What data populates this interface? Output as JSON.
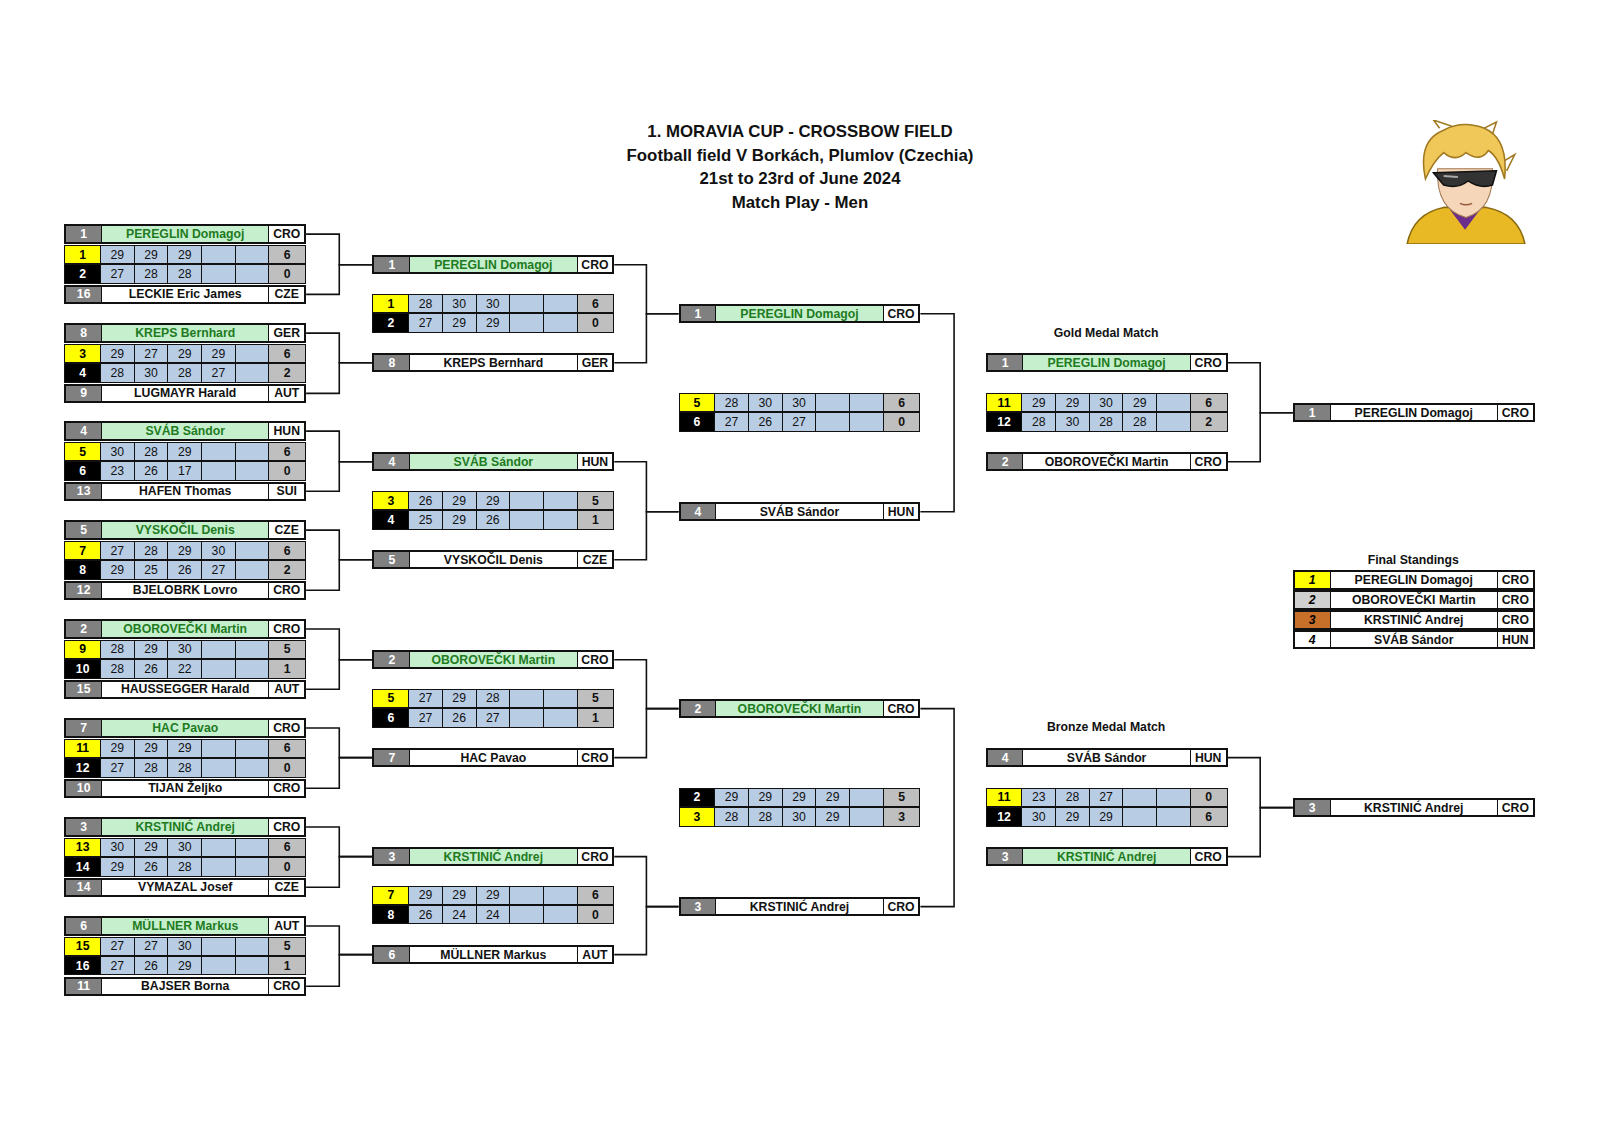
{
  "diagram": {
    "title": "1. MORAVIA CUP - CROSSBOW FIELD",
    "nodes": [
      {
        "text": [
          "1",
          "PEREGLIN Domagoj",
          "CRO"
        ]
      },
      {
        "text": [
          "1",
          "29",
          "29",
          "29",
          "6"
        ]
      },
      {
        "text": [
          "2",
          "27",
          "28",
          "28",
          "0"
        ]
      },
      {
        "text": [
          "16",
          "LECKIE Eric James",
          "CZE"
        ]
      },
      {
        "text": [
          "8",
          "KREPS Bernhard",
          "GER"
        ]
      },
      {
        "text": [
          "3",
          "29",
          "27",
          "29",
          "29",
          "6"
        ]
      },
      {
        "text": [
          "4",
          "28",
          "30",
          "28",
          "27",
          "2"
        ]
      },
      {
        "text": [
          "9",
          "LUGMAYR Harald",
          "AUT"
        ]
      },
      {
        "text": [
          "4",
          "SVÁB Sándor",
          "HUN"
        ]
      },
      {
        "text": [
          "5",
          "30",
          "28",
          "29",
          "6"
        ]
      },
      {
        "text": [
          "6",
          "23",
          "26",
          "17",
          "0"
        ]
      },
      {
        "text": [
          "13",
          "HAFEN Thomas",
          "SUI"
        ]
      },
      {
        "text": [
          "5",
          "VYSKOČIL Denis",
          "CZE"
        ]
      },
      {
        "text": [
          "7",
          "27",
          "28",
          "29",
          "30",
          "6"
        ]
      },
      {
        "text": [
          "8",
          "29",
          "25",
          "26",
          "27",
          "2"
        ]
      },
      {
        "text": [
          "12",
          "BJELOBRK Lovro",
          "CRO"
        ]
      },
      {
        "text": [
          "2",
          "OBOROVEČKI Martin",
          "CRO"
        ]
      },
      {
        "text": [
          "9",
          "28",
          "29",
          "30",
          "5"
        ]
      },
      {
        "text": [
          "10",
          "28",
          "26",
          "22",
          "1"
        ]
      },
      {
        "text": [
          "15",
          "HAUSSEGGER Harald",
          "AUT"
        ]
      },
      {
        "text": [
          "7",
          "HAC Pavao",
          "CRO"
        ]
      },
      {
        "text": [
          "11",
          "29",
          "29",
          "29",
          "6"
        ]
      },
      {
        "text": [
          "12",
          "27",
          "28",
          "28",
          "0"
        ]
      },
      {
        "text": [
          "10",
          "TIJAN Željko",
          "CRO"
        ]
      },
      {
        "text": [
          "3",
          "KRSTINIĆ Andrej",
          "CRO"
        ]
      },
      {
        "text": [
          "13",
          "30",
          "29",
          "30",
          "6"
        ]
      },
      {
        "text": [
          "14",
          "29",
          "26",
          "28",
          "0"
        ]
      },
      {
        "text": [
          "14",
          "VYMAZAL Josef",
          "CZE"
        ]
      },
      {
        "text": [
          "6",
          "MÜLLNER Markus",
          "AUT"
        ]
      },
      {
        "text": [
          "15",
          "27",
          "27",
          "30",
          "5"
        ]
      },
      {
        "text": [
          "16",
          "27",
          "26",
          "29",
          "1"
        ]
      },
      {
        "text": [
          "11",
          "BAJSER Borna",
          "CRO"
        ]
      },
      {
        "text": [
          "1",
          "PEREGLIN Domagoj",
          "CRO"
        ]
      },
      {
        "text": [
          "1",
          "28",
          "30",
          "30",
          "6"
        ]
      },
      {
        "text": [
          "2",
          "27",
          "29",
          "29",
          "0"
        ]
      },
      {
        "text": [
          "8",
          "KREPS Bernhard",
          "GER"
        ]
      },
      {
        "text": [
          "4",
          "SVÁB Sándor",
          "HUN"
        ]
      },
      {
        "text": [
          "3",
          "26",
          "29",
          "29",
          "5"
        ]
      },
      {
        "text": [
          "4",
          "25",
          "29",
          "26",
          "1"
        ]
      },
      {
        "text": [
          "5",
          "VYSKOČIL Denis",
          "CZE"
        ]
      },
      {
        "text": [
          "2",
          "OBOROVEČKI Martin",
          "CRO"
        ]
      },
      {
        "text": [
          "5",
          "27",
          "29",
          "28",
          "5"
        ]
      },
      {
        "text": [
          "6",
          "27",
          "26",
          "27",
          "1"
        ]
      },
      {
        "text": [
          "7",
          "HAC Pavao",
          "CRO"
        ]
      },
      {
        "text": [
          "3",
          "KRSTINIĆ Andrej",
          "CRO"
        ]
      },
      {
        "text": [
          "7",
          "29",
          "29",
          "29",
          "6"
        ]
      },
      {
        "text": [
          "8",
          "26",
          "24",
          "24",
          "0"
        ]
      },
      {
        "text": [
          "6",
          "MÜLLNER Markus",
          "AUT"
        ]
      },
      {
        "text": [
          "1",
          "PEREGLIN Domagoj",
          "CRO"
        ]
      },
      {
        "text": [
          "5",
          "28",
          "30",
          "30",
          "6"
        ]
      },
      {
        "text": [
          "6",
          "27",
          "26",
          "27",
          "0"
        ]
      },
      {
        "text": [
          "4",
          "SVÁB Sándor",
          "HUN"
        ]
      },
      {
        "text": [
          "2",
          "OBOROVEČKI Martin",
          "CRO"
        ]
      },
      {
        "text": [
          "2",
          "29",
          "29",
          "29",
          "29",
          "5"
        ]
      },
      {
        "text": [
          "3",
          "28",
          "28",
          "30",
          "29",
          "3"
        ]
      },
      {
        "text": [
          "3",
          "KRSTINIĆ Andrej",
          "CRO"
        ]
      },
      {
        "text": [
          "1",
          "PEREGLIN Domagoj",
          "CRO"
        ]
      },
      {
        "text": [
          "11",
          "29",
          "29",
          "30",
          "29",
          "6"
        ]
      },
      {
        "text": [
          "12",
          "28",
          "30",
          "28",
          "28",
          "2"
        ]
      },
      {
        "text": [
          "2",
          "OBOROVEČKI Martin",
          "CRO"
        ]
      },
      {
        "text": [
          "4",
          "SVÁB Sándor",
          "HUN"
        ]
      },
      {
        "text": [
          "11",
          "23",
          "28",
          "27",
          "0"
        ]
      },
      {
        "text": [
          "12",
          "30",
          "29",
          "29",
          "6"
        ]
      },
      {
        "text": [
          "3",
          "KRSTINIĆ Andrej",
          "CRO"
        ]
      },
      {
        "text": [
          "1",
          "PEREGLIN Domagoj",
          "CRO"
        ]
      },
      {
        "text": [
          "3",
          "KRSTINIĆ Andrej",
          "CRO"
        ]
      },
      {
        "text": [
          "1",
          "PEREGLIN Domagoj",
          "CRO"
        ]
      },
      {
        "text": [
          "2",
          "OBOROVEČKI Martin",
          "CRO"
        ]
      },
      {
        "text": [
          "3",
          "KRSTINIĆ Andrej",
          "CRO"
        ]
      },
      {
        "text": [
          "4",
          "SVÁB Sándor",
          "HUN"
        ]
      }
    ],
    "edges": [
      {
        "from": 0,
        "to": 32,
        "arrow": "none"
      },
      {
        "from": 3,
        "to": 32,
        "arrow": "none"
      },
      {
        "from": 4,
        "to": 35,
        "arrow": "none"
      },
      {
        "from": 7,
        "to": 35,
        "arrow": "none"
      },
      {
        "from": 8,
        "to": 36,
        "arrow": "none"
      },
      {
        "from": 11,
        "to": 36,
        "arrow": "none"
      },
      {
        "from": 12,
        "to": 39,
        "arrow": "none"
      },
      {
        "from": 15,
        "to": 39,
        "arrow": "none"
      },
      {
        "from": 16,
        "to": 40,
        "arrow": "none"
      },
      {
        "from": 19,
        "to": 40,
        "arrow": "none"
      },
      {
        "from": 20,
        "to": 43,
        "arrow": "none"
      },
      {
        "from": 23,
        "to": 43,
        "arrow": "none"
      },
      {
        "from": 24,
        "to": 44,
        "arrow": "none"
      },
      {
        "from": 27,
        "to": 44,
        "arrow": "none"
      },
      {
        "from": 28,
        "to": 47,
        "arrow": "none"
      },
      {
        "from": 31,
        "to": 47,
        "arrow": "none"
      },
      {
        "from": 32,
        "to": 48,
        "arrow": "none"
      },
      {
        "from": 35,
        "to": 48,
        "arrow": "none"
      },
      {
        "from": 36,
        "to": 51,
        "arrow": "none"
      },
      {
        "from": 39,
        "to": 51,
        "arrow": "none"
      },
      {
        "from": 40,
        "to": 52,
        "arrow": "none"
      },
      {
        "from": 43,
        "to": 52,
        "arrow": "none"
      },
      {
        "from": 44,
        "to": 55,
        "arrow": "none"
      },
      {
        "from": 47,
        "to": 55,
        "arrow": "none"
      },
      {
        "from": 48,
        "to": 51,
        "arrow": "none"
      },
      {
        "from": 52,
        "to": 55,
        "arrow": "none"
      },
      {
        "from": 56,
        "to": 64,
        "arrow": "none"
      },
      {
        "from": 59,
        "to": 64,
        "arrow": "none"
      },
      {
        "from": 60,
        "to": 65,
        "arrow": "none"
      },
      {
        "from": 63,
        "to": 65,
        "arrow": "none"
      }
    ],
    "labels": [
      "Football field V Borkách, Plumlov (Czechia)",
      "21st to 23rd of June 2024",
      "Match Play - Men",
      "Gold Medal Match",
      "Bronze Medal Match",
      "Final Standings"
    ]
  }
}
